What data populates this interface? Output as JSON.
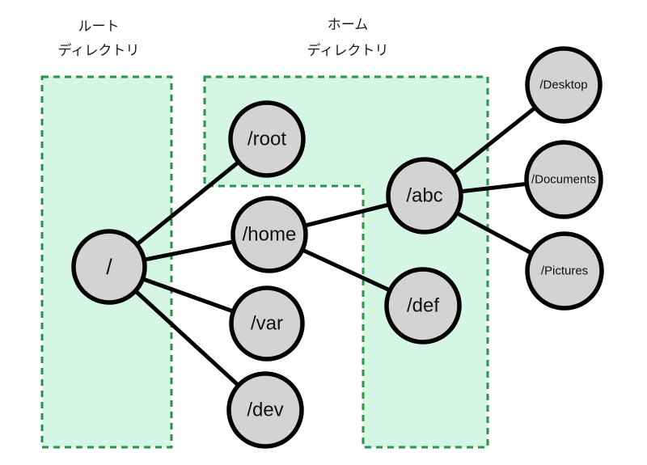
{
  "diagram": {
    "title": "filesystem-directory-tree",
    "regions": [
      {
        "id": "root-directory",
        "label_line1": "ルート",
        "label_line2": "ディレクトリ"
      },
      {
        "id": "home-directory",
        "label_line1": "ホーム",
        "label_line2": "ディレクトリ"
      }
    ],
    "nodes": [
      {
        "id": "root",
        "label": "/"
      },
      {
        "id": "slashroot",
        "label": "/root"
      },
      {
        "id": "home",
        "label": "/home"
      },
      {
        "id": "var",
        "label": "/var"
      },
      {
        "id": "dev",
        "label": "/dev"
      },
      {
        "id": "abc",
        "label": "/abc"
      },
      {
        "id": "def",
        "label": "/def"
      },
      {
        "id": "desktop",
        "label": "/Desktop"
      },
      {
        "id": "documents",
        "label": "/Documents"
      },
      {
        "id": "pictures",
        "label": "/Pictures"
      }
    ],
    "edges": [
      [
        "/",
        "/root"
      ],
      [
        "/",
        "/home"
      ],
      [
        "/",
        "/var"
      ],
      [
        "/",
        "/dev"
      ],
      [
        "/home",
        "/abc"
      ],
      [
        "/home",
        "/def"
      ],
      [
        "/abc",
        "/Desktop"
      ],
      [
        "/abc",
        "/Documents"
      ],
      [
        "/abc",
        "/Pictures"
      ]
    ],
    "colors": {
      "region_fill": "#d5f6e4",
      "region_border": "#2d9249",
      "node_fill": "#d3d3d3",
      "node_border": "#000000",
      "edge": "#000000",
      "background": "#ffffff"
    }
  }
}
